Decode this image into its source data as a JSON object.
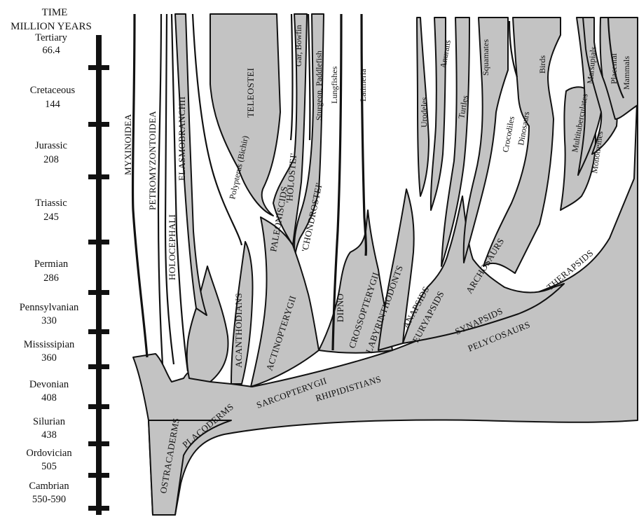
{
  "time_axis": {
    "title_line1": "TIME",
    "title_line2": "MILLION YEARS",
    "periods": [
      {
        "name": "Tertiary",
        "age": "66.4"
      },
      {
        "name": "Cretaceous",
        "age": "144"
      },
      {
        "name": "Jurassic",
        "age": "208"
      },
      {
        "name": "Triassic",
        "age": "245"
      },
      {
        "name": "Permian",
        "age": "286"
      },
      {
        "name": "Pennsylvanian",
        "age": "330"
      },
      {
        "name": "Mississipian",
        "age": "360"
      },
      {
        "name": "Devonian",
        "age": "408"
      },
      {
        "name": "Silurian",
        "age": "438"
      },
      {
        "name": "Ordovician",
        "age": "505"
      },
      {
        "name": "Cambrian",
        "age": "550-590"
      }
    ]
  },
  "clades": {
    "myxinoidea": "MYXINOIDEA",
    "petromyzontoidea": "PETROMYZONTOIDEA",
    "holocephali": "HOLOCEPHALI",
    "elasmobranchii": "ELASMOBRANCHII",
    "polypterus": "Polypterus (Bichir)",
    "teleostei": "TELEOSTEI",
    "gar_bowfin": "Gar, Bowfin",
    "holostei": "'HOLOSTEI'",
    "sturgeon": "Sturgeon, Paddlefish",
    "chondrostei": "'CHONDROSTEI'",
    "lungfishes": "Lungfishes",
    "latimeria": "Latimeria",
    "paleoniscids": "PALEONISCIDS",
    "actinopterygii": "ACTINOPTERYGII",
    "acanthodians": "ACANTHODIANS",
    "dipno": "DIPNO",
    "crossopterygii": "CROSSOPTERYGII",
    "labyrinthodonts": "LABYRINTHODONTS",
    "urodeles": "Urodeles",
    "anurans": "Anurans",
    "turtles": "Turtles",
    "squamates": "Squamates",
    "crocodiles": "Crocodiles",
    "dinosaurs": "Dinosaurs",
    "birds": "Birds",
    "multituberculates": "Multituberculates",
    "monotremes": "Monotremes",
    "marsupials": "Marsupials",
    "placental_line1": "Placental",
    "placental_line2": "Mammals",
    "anapsids": "ANAPSIDS",
    "euryapsids": "EURYAPSIDS",
    "archosaurs": "ARCHOSAURS",
    "synapsids": "SYNAPSIDS",
    "pelycosaurs": "PELYCOSAURS",
    "therapsids": "THERAPSIDS",
    "ostracaderms": "OSTRACADERMS",
    "placoderms": "PLACODERMS",
    "sarcopterygii": "SARCOPTERYGII",
    "rhipidistians": "RHIPIDISTIANS"
  }
}
